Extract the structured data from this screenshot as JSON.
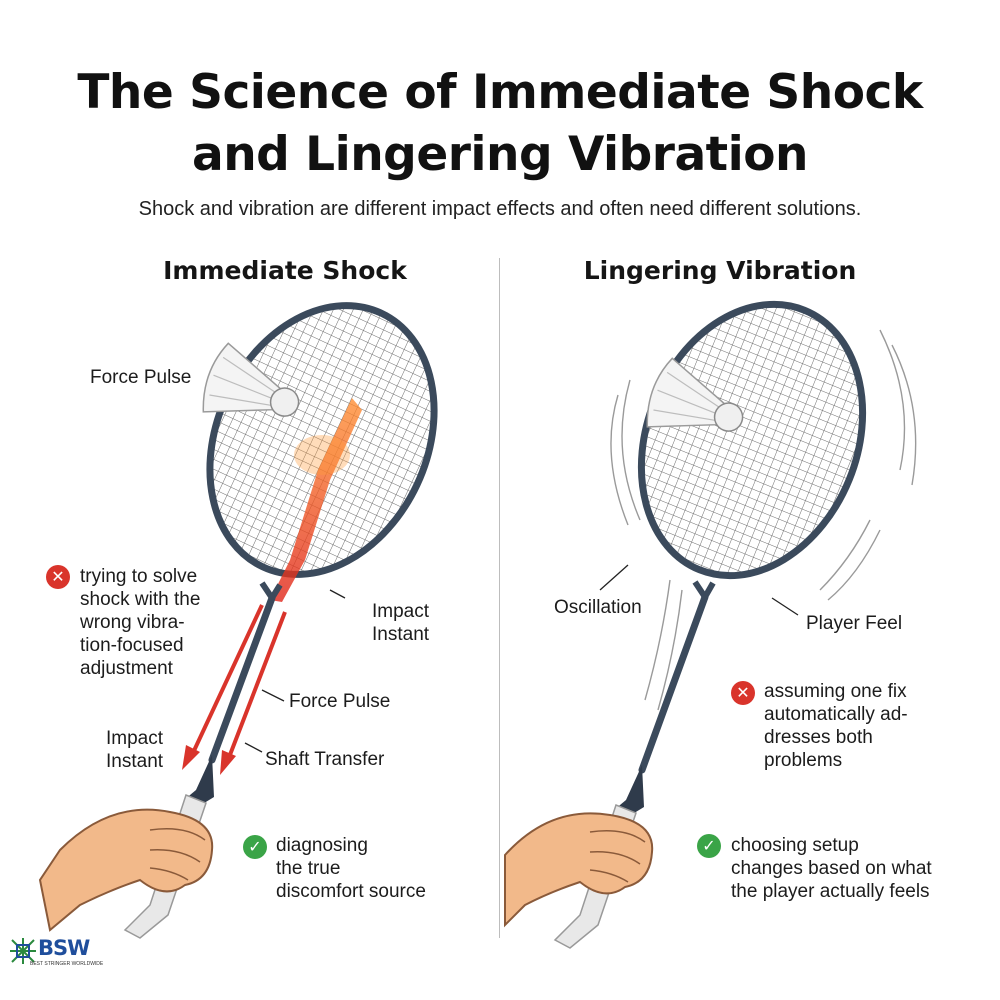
{
  "title_line1": "The Science of Immediate Shock",
  "title_line2": "and Lingering Vibration",
  "subtitle": "Shock and vibration are different impact effects and often need different solutions.",
  "left": {
    "heading": "Immediate Shock",
    "labels": {
      "force_pulse_top": "Force Pulse",
      "impact_instant_1": "Impact",
      "impact_instant_2": "Instant",
      "force_pulse_shaft": "Force Pulse",
      "impact_instant_handle_1": "Impact",
      "impact_instant_handle_2": "Instant",
      "shaft_transfer": "Shaft Transfer"
    },
    "mistake": [
      "trying to solve",
      "shock with the",
      "wrong vibra-",
      "tion-focused",
      "adjustment"
    ],
    "good": [
      "diagnosing",
      "the true",
      "discomfort source"
    ]
  },
  "right": {
    "heading": "Lingering Vibration",
    "labels": {
      "oscillation": "Oscillation",
      "player_feel": "Player Feel"
    },
    "mistake": [
      "assuming one fix",
      "automatically ad-",
      "dresses both",
      "problems"
    ],
    "good": [
      "choosing setup",
      "changes based on what",
      "the player actually feels"
    ]
  },
  "logo": {
    "name": "BSW",
    "tagline": "BEST STRINGER WORLDWIDE"
  },
  "colors": {
    "frame": "#3b4a5c",
    "shock": "#e23a22",
    "handle": "#e8e8e8",
    "skin": "#f2b98a",
    "bad": "#d9342b",
    "good": "#3aa447"
  },
  "icons": {
    "mistake": "x-circle-icon",
    "good": "check-circle-icon"
  }
}
